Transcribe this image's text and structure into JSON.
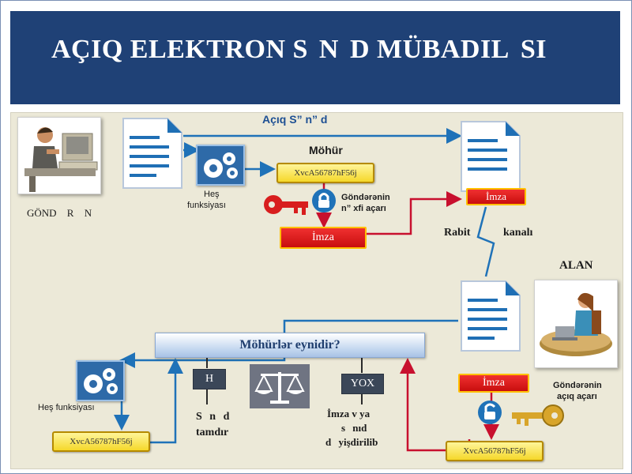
{
  "slide": {
    "title": "AÇIQ ELEKTRON S N D MÜBADIL SI",
    "title_parts": [
      "AÇIQ ELEKTRON S",
      "N",
      "D MÜBADIL",
      "SI"
    ]
  },
  "diagram": {
    "sender_label": "GÖND R N",
    "receiver_label": "ALAN",
    "open_document_label": "Açıq S” n” d",
    "seal_label": "Möhür",
    "hash_function_top": [
      "Heş",
      "funksiyası"
    ],
    "hash_function_bottom": "Heş funksiyası",
    "hash_value": "XvcA56787hF56j",
    "sender_private_key": [
      "Göndərənin",
      "n” xfi açarı"
    ],
    "sender_public_key": [
      "Göndərənin",
      "açıq açarı"
    ],
    "signature_label": "İmza",
    "channel_label": [
      "Rabit",
      "kanalı"
    ],
    "compare_question": "Möhürlər eynidir?",
    "yes_label": "H",
    "no_label": "YOX",
    "yes_result": [
      "S n d",
      "tamdır"
    ],
    "no_result": [
      "İmza v  ya",
      "s nıd",
      "d yişdirilib"
    ],
    "colors": {
      "header": "#1f4176",
      "panel": "#ece9d8",
      "arrow_blue": "#1f72b8",
      "arrow_red": "#c8102e",
      "signature_red": "#e01e1e",
      "hash_yellow": "#f5d82a"
    },
    "icons": [
      "desk-user-icon",
      "document-icon",
      "gears-icon",
      "key-icon",
      "lock-icon",
      "unlock-icon",
      "scales-icon",
      "woman-laptop-icon"
    ]
  }
}
